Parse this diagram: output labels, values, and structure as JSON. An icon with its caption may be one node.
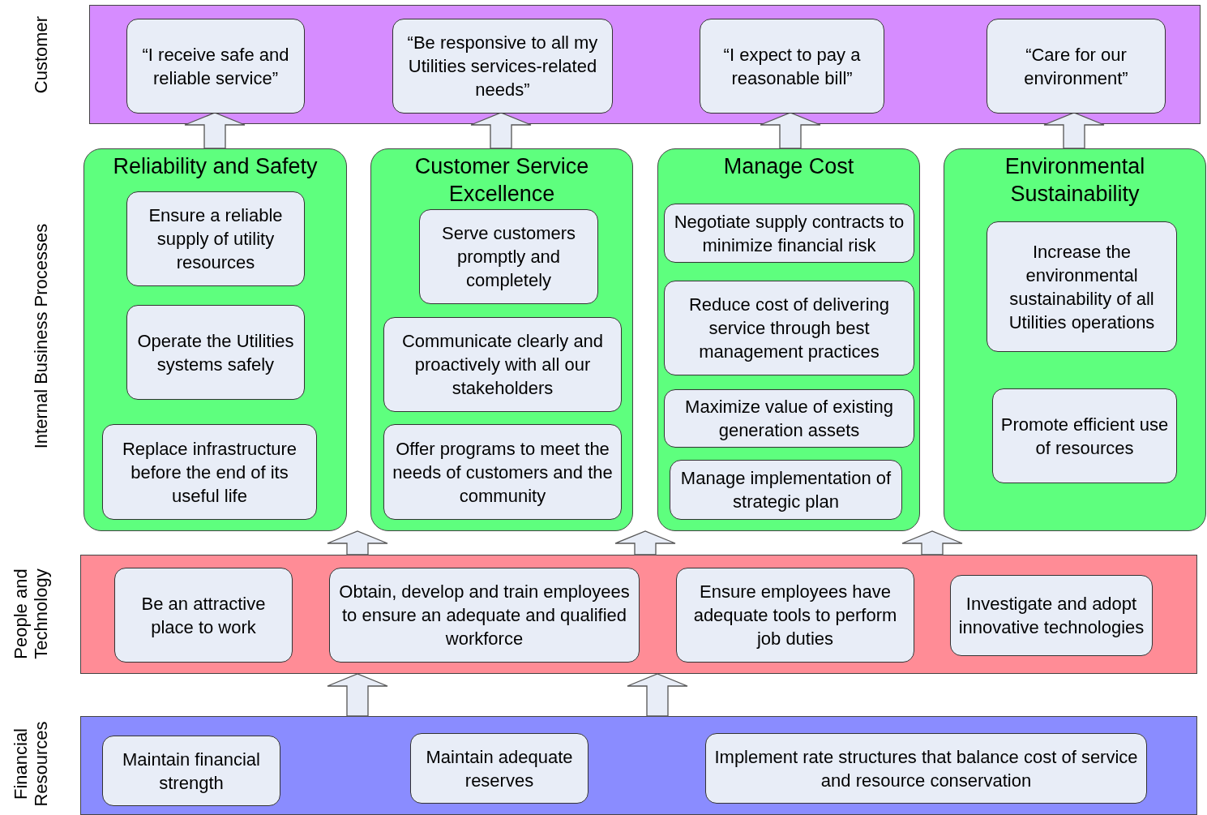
{
  "diagram": {
    "nodes": [
      {
        "text": [],
        "shape": "box",
        "beside": [
          "Customer"
        ]
      },
      {
        "text": [
          "“I receive safe and reliable service”"
        ],
        "in": 0
      },
      {
        "text": [
          "“Be responsive to all my Utilities services-related needs”"
        ],
        "in": 0
      },
      {
        "text": [
          "“I expect to pay a reasonable bill”"
        ],
        "in": 0
      },
      {
        "text": [
          "“Care for our environment”"
        ],
        "in": 0
      },
      {
        "text": [
          "Reliability and Safety"
        ]
      },
      {
        "text": [
          "Ensure a reliable supply of utility resources"
        ],
        "in": 5
      },
      {
        "text": [
          "Operate the Utilities systems safely"
        ],
        "in": 5
      },
      {
        "text": [
          "Replace infrastructure before the end of its useful life"
        ],
        "in": 5
      },
      {
        "text": [
          "Customer Service Excellence"
        ]
      },
      {
        "text": [
          "Serve customers promptly and completely"
        ],
        "in": 9
      },
      {
        "text": [
          "Communicate clearly and proactively with all our stakeholders"
        ],
        "in": 9
      },
      {
        "text": [
          "Offer programs to meet the needs of customers and the community"
        ],
        "in": 9
      },
      {
        "text": [
          "Manage Cost"
        ]
      },
      {
        "text": [
          "Negotiate supply contracts to minimize financial risk"
        ],
        "in": 13
      },
      {
        "text": [
          "Reduce cost of delivering service through best management practices"
        ],
        "in": 13
      },
      {
        "text": [
          "Maximize value of existing generation assets"
        ],
        "in": 13
      },
      {
        "text": [
          "Manage implementation of strategic plan"
        ],
        "in": 13
      },
      {
        "text": [
          "Environmental Sustainability"
        ]
      },
      {
        "text": [
          "Increase the environmental sustainability of all Utilities operations"
        ],
        "in": 18
      },
      {
        "text": [
          "Promote efficient use of resources"
        ],
        "in": 18
      },
      {
        "text": [],
        "shape": "box",
        "beside": [
          "People and Technology"
        ]
      },
      {
        "text": [
          "Be an attractive place to work"
        ],
        "in": 21
      },
      {
        "text": [
          "Obtain, develop and train employees to ensure an adequate and qualified workforce"
        ],
        "in": 21
      },
      {
        "text": [
          "Ensure employees have adequate tools to perform job duties"
        ],
        "in": 21
      },
      {
        "text": [
          "Investigate and adopt innovative technologies"
        ],
        "in": 21
      },
      {
        "text": [],
        "shape": "box",
        "beside": [
          "Financial Resources"
        ]
      },
      {
        "text": [
          "Maintain financial strength"
        ],
        "in": 26
      },
      {
        "text": [
          "Maintain adequate reserves"
        ],
        "in": 26
      },
      {
        "text": [
          "Implement rate structures that balance cost of service and resource conservation"
        ],
        "in": 26
      }
    ],
    "edges": [
      {
        "from": 5,
        "to": 0,
        "arrow": "to"
      },
      {
        "from": 9,
        "to": 0,
        "arrow": "to"
      },
      {
        "from": 13,
        "to": 0,
        "arrow": "to"
      },
      {
        "from": 18,
        "to": 0,
        "arrow": "to"
      },
      {
        "from": 21,
        "to": 9,
        "arrow": "to"
      },
      {
        "from": 21,
        "to": 13,
        "arrow": "to"
      },
      {
        "from": 21,
        "to": 18,
        "arrow": "to"
      },
      {
        "from": 26,
        "to": 21,
        "arrow": "to"
      },
      {
        "from": 26,
        "to": 21,
        "arrow": "to"
      }
    ],
    "labels": [
      "Internal Business Processes"
    ]
  }
}
